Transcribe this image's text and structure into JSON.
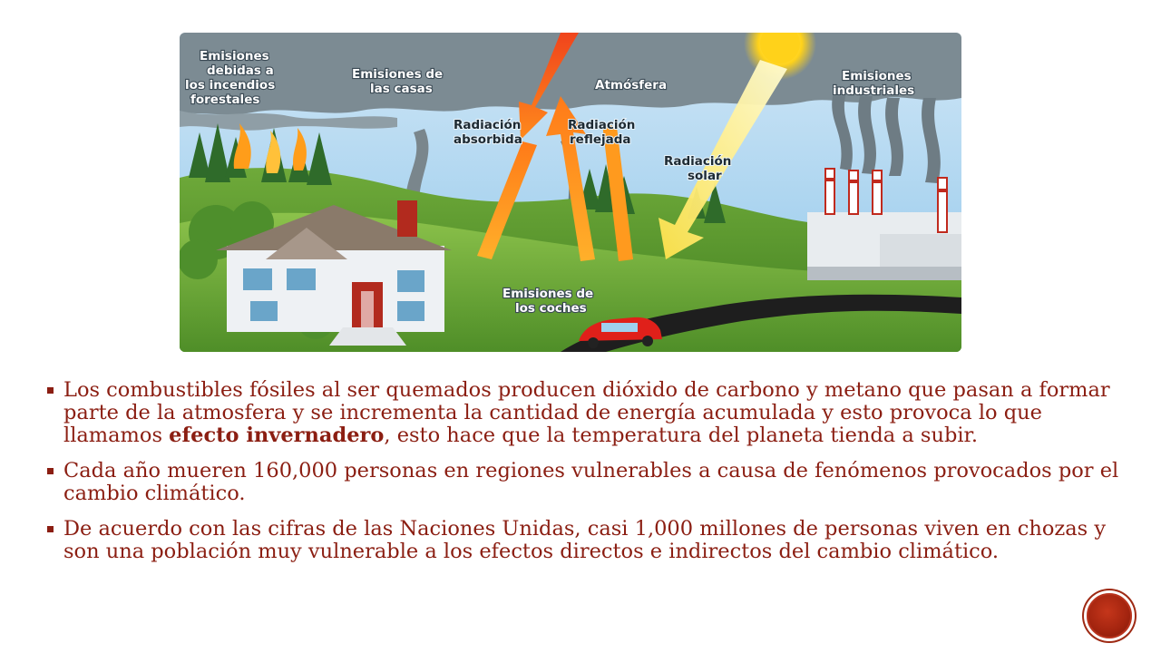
{
  "diagram": {
    "labels": {
      "forest_fires": [
        "Emisiones",
        "debidas a",
        "los incendios",
        "forestales"
      ],
      "houses": [
        "Emisiones de",
        "las casas"
      ],
      "atmosphere": "Atmósfera",
      "industrial": [
        "Emisiones",
        "industriales"
      ],
      "absorbed": [
        "Radiación",
        "absorbida"
      ],
      "reflected": [
        "Radiación",
        "reflejada"
      ],
      "solar": [
        "Radiación",
        "solar"
      ],
      "cars": [
        "Emisiones de",
        "los coches"
      ]
    }
  },
  "bullets": [
    {
      "before": "Los combustibles fósiles al ser quemados producen dióxido de carbono y metano que pasan a formar parte de la atmosfera y se incrementa la cantidad de energía acumulada y esto provoca lo que llamamos ",
      "bold": "efecto invernadero",
      "after": ", esto hace que la temperatura del planeta tienda a subir."
    },
    {
      "before": "Cada año mueren 160,000 personas en regiones vulnerables a causa de fenómenos provocados por el cambio climático."
    },
    {
      "before": "De acuerdo con las cifras de las Naciones Unidas, casi 1,000 millones de personas viven en chozas y son una población muy vulnerable a los efectos directos e indirectos del cambio climático."
    }
  ],
  "colors": {
    "text": "#8b1e12",
    "badge": "#a3240f"
  }
}
